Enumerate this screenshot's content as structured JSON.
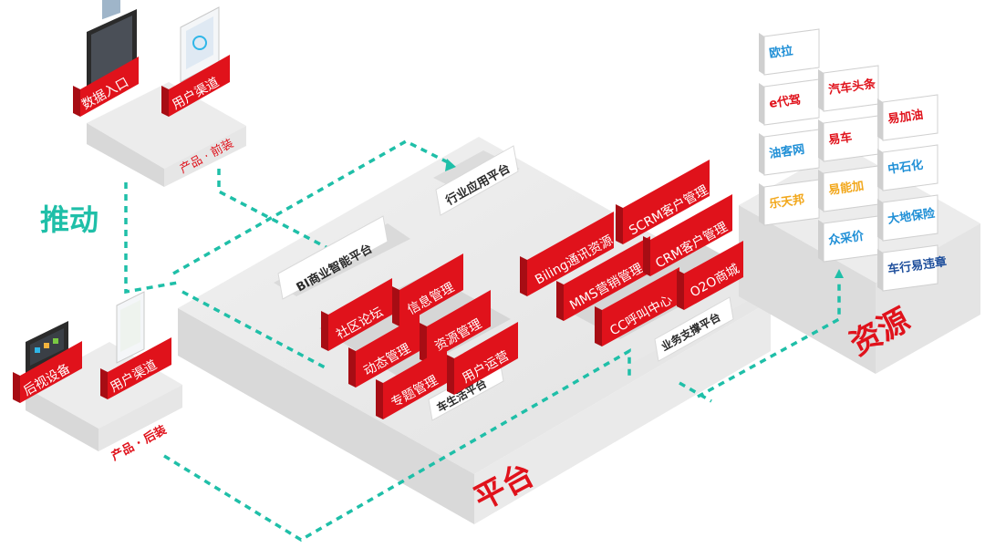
{
  "labels": {
    "push": "推动",
    "platform": "平台",
    "resources": "资源"
  },
  "front_product": {
    "title": "产品 · 前装",
    "items": [
      "数据入口",
      "用户渠道"
    ]
  },
  "rear_product": {
    "title": "产品 · 后装",
    "items": [
      "后视设备",
      "用户渠道"
    ]
  },
  "platform": {
    "industry_app": "行业应用平台",
    "bi": "BI商业智能平台",
    "car_life": {
      "title": "车生活平台",
      "modules": [
        "社区论坛",
        "信息管理",
        "动态管理",
        "资源管理",
        "专题管理",
        "用户运营"
      ]
    },
    "business_support": {
      "title": "业务支撑平台",
      "modules": [
        "Biling通讯资源",
        "SCRM客户管理",
        "MMS营销管理",
        "CRM客户管理",
        "CC呼叫中心",
        "O2O商城"
      ]
    }
  },
  "resource_logos": [
    "欧拉",
    "e代驾",
    "油客网",
    "乐天邦",
    "汽车头条",
    "易车",
    "易能加",
    "众采价",
    "易加油",
    "中石化",
    "大地保险",
    "车行易违章"
  ],
  "colors": {
    "accent_red": "#e0121b",
    "teal": "#1fbfa8",
    "base_gray": "#e6e6e6"
  }
}
